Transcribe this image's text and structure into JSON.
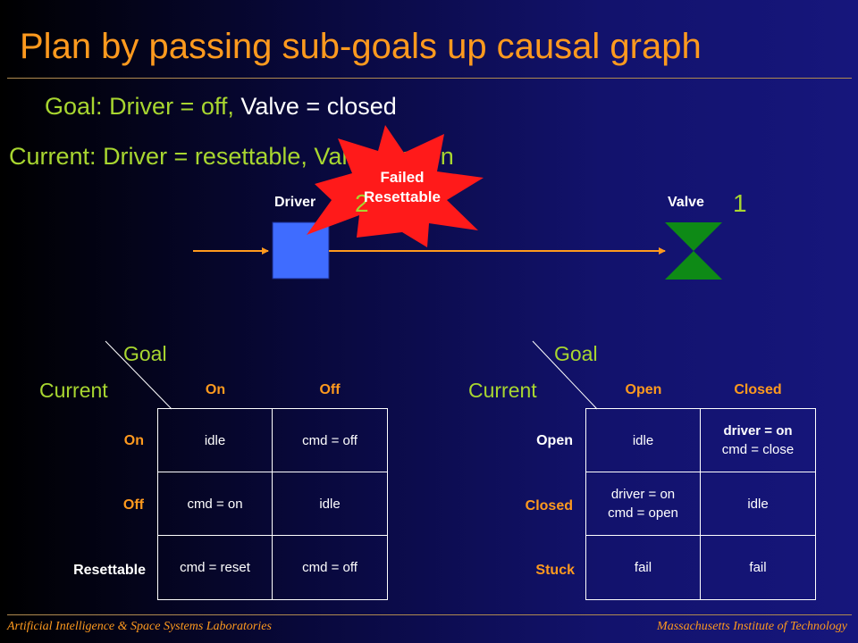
{
  "title": "Plan by passing sub-goals up causal graph",
  "goal_line": {
    "label": "Goal:",
    "driver": "Driver = off,",
    "valve": "Valve = closed"
  },
  "current_line": {
    "label": "Current:",
    "driver": "Driver = resettable,",
    "valve": "Valve = open"
  },
  "diagram": {
    "driver_label": "Driver",
    "valve_label": "Valve",
    "marker_two": "2",
    "marker_one": "1",
    "burst_line1": "Failed",
    "burst_line2": "Resettable",
    "colors": {
      "driver_box": "#3f6cff",
      "valve": "#0e8a16",
      "arrow": "#ff9a1e",
      "burst": "#ff1a1a"
    }
  },
  "driver_table": {
    "goal_label": "Goal",
    "current_label": "Current",
    "columns": [
      "On",
      "Off"
    ],
    "rows": [
      {
        "label": "On",
        "cells": [
          "idle",
          "cmd = off"
        ]
      },
      {
        "label": "Off",
        "cells": [
          "cmd = on",
          "idle"
        ]
      },
      {
        "label": "Resettable",
        "cells": [
          "cmd = reset",
          "cmd = off"
        ]
      }
    ]
  },
  "valve_table": {
    "goal_label": "Goal",
    "current_label": "Current",
    "columns": [
      "Open",
      "Closed"
    ],
    "rows": [
      {
        "label": "Open",
        "cells": [
          {
            "line1": "idle",
            "line2": ""
          },
          {
            "line1": "driver = on",
            "line2": "cmd = close"
          }
        ]
      },
      {
        "label": "Closed",
        "cells": [
          {
            "line1": "driver = on",
            "line2": "cmd = open"
          },
          {
            "line1": "idle",
            "line2": ""
          }
        ]
      },
      {
        "label": "Stuck",
        "cells": [
          {
            "line1": "fail",
            "line2": ""
          },
          {
            "line1": "fail",
            "line2": ""
          }
        ]
      }
    ]
  },
  "footer": {
    "left": "Artificial Intelligence & Space Systems Laboratories",
    "right": "Massachusetts Institute of Technology"
  }
}
